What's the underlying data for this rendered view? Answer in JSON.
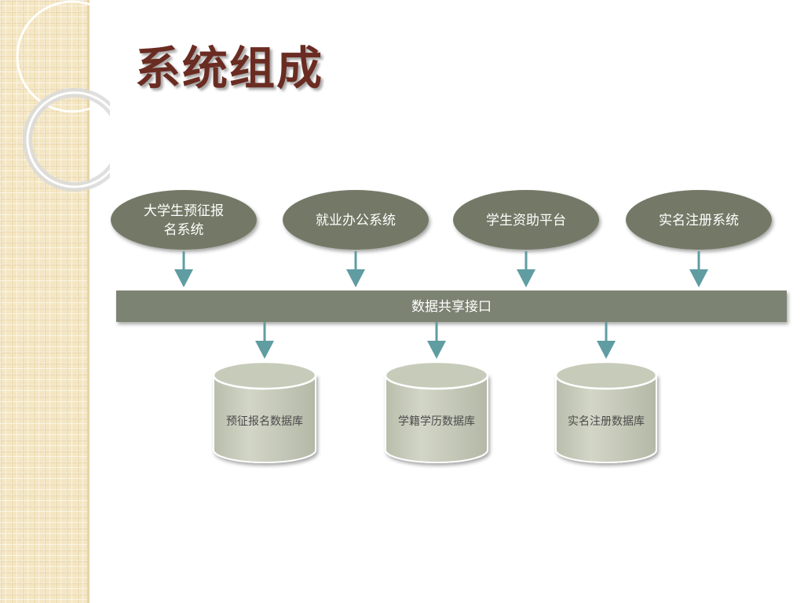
{
  "slide": {
    "title": "系统组成"
  },
  "colors": {
    "node_fill": "#737966",
    "bus_fill": "#7b8372",
    "arrow": "#5f9da2",
    "db_fill": "#c7cbba",
    "title": "#6a2c22",
    "strip": "#f4e6c2"
  },
  "diagram": {
    "systems": [
      {
        "lines": [
          "大学生预征报",
          "名系统"
        ]
      },
      {
        "lines": [
          "就业办公系统"
        ]
      },
      {
        "lines": [
          "学生资助平台"
        ]
      },
      {
        "lines": [
          "实名注册系统"
        ]
      }
    ],
    "interface": {
      "label": "数据共享接口"
    },
    "databases": [
      {
        "label": "预征报名数据库"
      },
      {
        "label": "学籍学历数据库"
      },
      {
        "label": "实名注册数据库"
      }
    ]
  }
}
